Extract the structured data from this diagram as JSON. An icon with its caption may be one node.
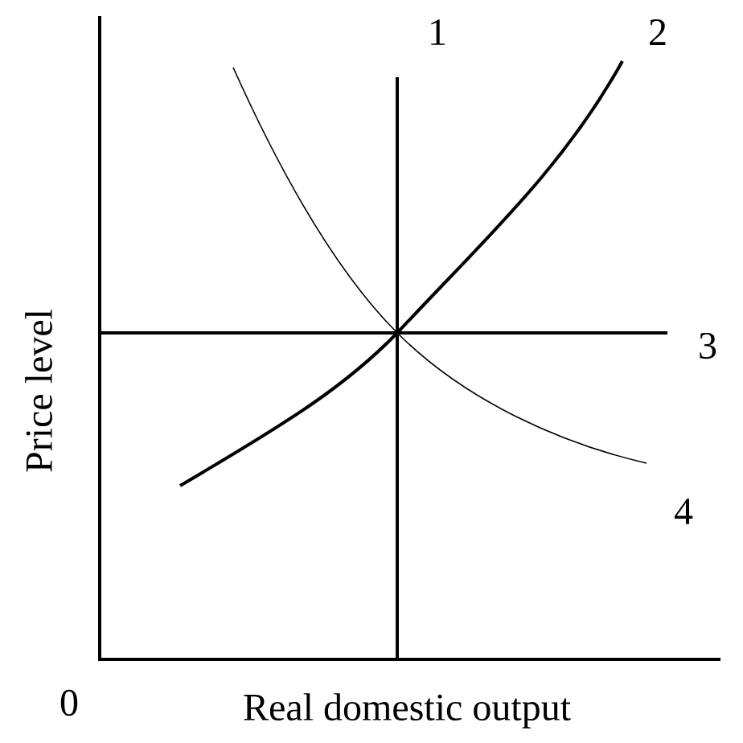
{
  "diagram": {
    "labels": [
      "1",
      "2",
      "3",
      "Price level",
      "4",
      "0",
      "Real domestic output"
    ]
  }
}
